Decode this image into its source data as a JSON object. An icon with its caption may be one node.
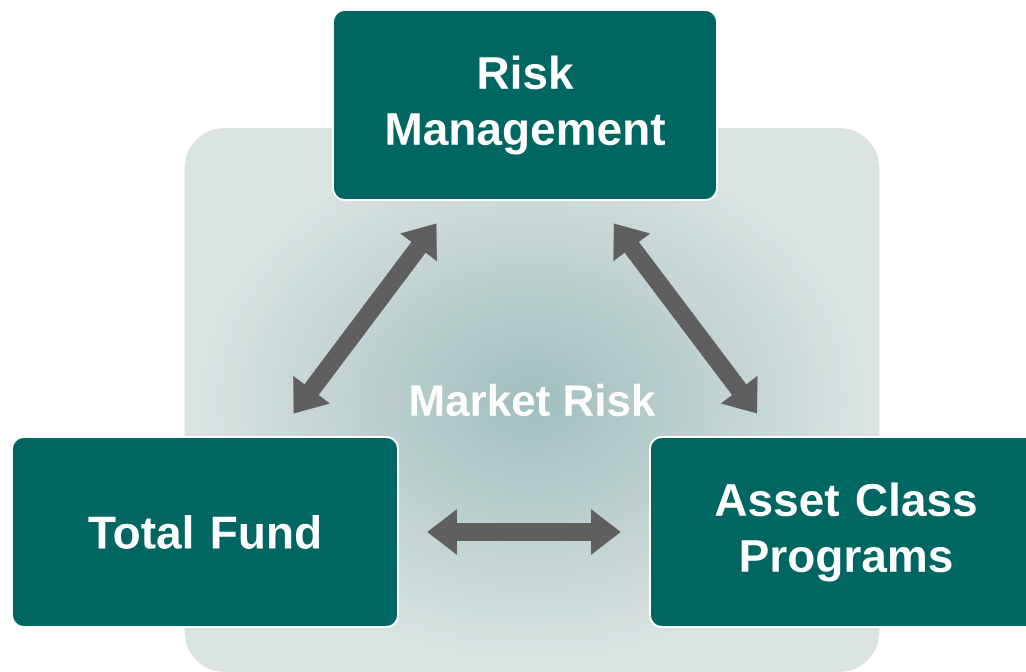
{
  "diagram": {
    "nodes": [
      {
        "text": [
          "Risk Management"
        ]
      },
      {
        "text": [
          "Market Risk"
        ]
      },
      {
        "text": [
          "Total Fund"
        ]
      },
      {
        "text": [
          "Asset Class Programs"
        ]
      }
    ],
    "edges": [
      {
        "from": 0,
        "to": 2,
        "arrow": "both"
      },
      {
        "from": 0,
        "to": 3,
        "arrow": "both"
      },
      {
        "from": 2,
        "to": 3,
        "arrow": "both"
      }
    ]
  }
}
